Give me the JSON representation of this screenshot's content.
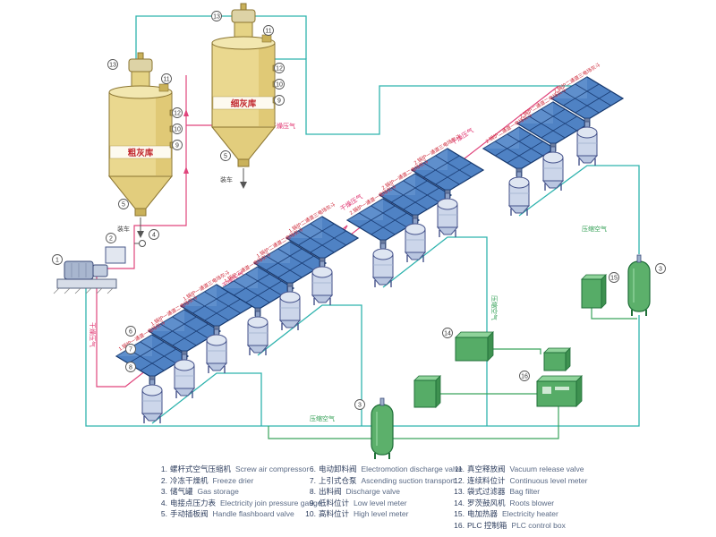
{
  "colors": {
    "silo_yellow": "#ead88f",
    "hopper_blue": "#4f82c4",
    "equipment_green": "#56ac67",
    "pipe_dry_red": "#e0457c",
    "pipe_convey_teal": "#2fb3ae",
    "pipe_air_green": "#3aa45c",
    "label_red": "#cc2233"
  },
  "diagram": {
    "silos": {
      "coarse": "粗灰库",
      "fine": "细灰库"
    },
    "loading": "装车",
    "pipes": {
      "dry": "干燥压气",
      "compressed": "压缩空气"
    },
    "groups": [
      {
        "labels": [
          "1.锅炉一通道一电场灰斗",
          "1.锅炉一通道二电场灰斗",
          "1.锅炉一通道三电场灰斗"
        ]
      },
      {
        "labels": [
          "1.锅炉二通道一电场灰斗",
          "1.锅炉二通道二电场灰斗",
          "1.锅炉二通道三电场灰斗"
        ]
      },
      {
        "labels": [
          "2.锅炉一通道一电场灰斗",
          "2.锅炉一通道二电场灰斗",
          "2.锅炉一通道三电场灰斗"
        ]
      },
      {
        "labels": [
          "2.锅炉二通道一电场灰斗",
          "2.锅炉二通道二电场灰斗",
          "2.锅炉二通道三电场灰斗"
        ]
      }
    ],
    "callouts": {
      "n1": "1",
      "n2": "2",
      "n3": "3",
      "n4": "4",
      "n5": "5",
      "n6": "6",
      "n7": "7",
      "n8": "8",
      "n9": "9",
      "n10": "10",
      "n11": "11",
      "n12": "12",
      "n13": "13",
      "n14": "14",
      "n15": "15",
      "n16": "16"
    }
  },
  "legend": {
    "columns": [
      {
        "items": [
          {
            "num": "1.",
            "zh": "螺杆式空气压缩机",
            "en": "Screw air compressor"
          },
          {
            "num": "2.",
            "zh": "冷冻干燥机",
            "en": "Freeze drier"
          },
          {
            "num": "3.",
            "zh": "储气罐",
            "en": "Gas storage"
          },
          {
            "num": "4.",
            "zh": "电接点压力表",
            "en": "Electricity join pressure gauge"
          },
          {
            "num": "5.",
            "zh": "手动插板阀",
            "en": "Handle flashboard valve"
          }
        ]
      },
      {
        "items": [
          {
            "num": "6.",
            "zh": "电动卸料阀",
            "en": "Electromotion discharge valve"
          },
          {
            "num": "7.",
            "zh": "上引式仓泵",
            "en": "Ascending suction transport"
          },
          {
            "num": "8.",
            "zh": "出料阀",
            "en": "Discharge valve"
          },
          {
            "num": "9.",
            "zh": "低料位计",
            "en": "Low level meter"
          },
          {
            "num": "10.",
            "zh": "高料位计",
            "en": "High level meter"
          }
        ]
      },
      {
        "items": [
          {
            "num": "11.",
            "zh": "真空释放阀",
            "en": "Vacuum release valve"
          },
          {
            "num": "12.",
            "zh": "连续料位计",
            "en": "Continuous level meter"
          },
          {
            "num": "13.",
            "zh": "袋式过滤器",
            "en": "Bag filter"
          },
          {
            "num": "14.",
            "zh": "罗茨鼓风机",
            "en": "Roots blower"
          },
          {
            "num": "15.",
            "zh": "电加热器",
            "en": "Electricity heater"
          },
          {
            "num": "16.",
            "zh": "PLC 控制箱",
            "en": "PLC control box"
          }
        ]
      }
    ]
  }
}
